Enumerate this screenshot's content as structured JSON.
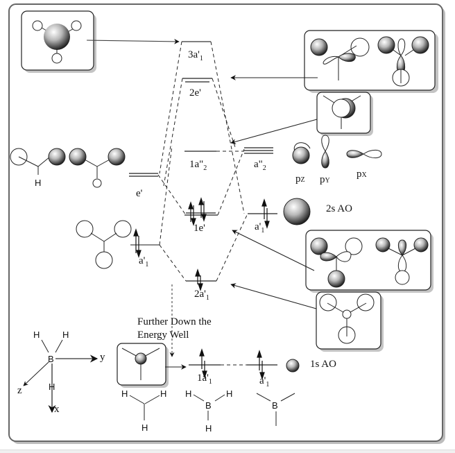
{
  "diagram": {
    "title": "BH3 molecular orbital energy diagram",
    "mo_labels": {
      "mo_3a1": [
        "3a'",
        "1"
      ],
      "mo_2e": [
        "2e'",
        ""
      ],
      "mo_1a2": [
        "1a\"",
        "2"
      ],
      "mo_1e": [
        "1e'",
        ""
      ],
      "mo_2a1": [
        "2a'",
        "1"
      ],
      "mo_1a1": [
        "1a'",
        "1"
      ]
    },
    "ligand_group_labels": {
      "e_prime": [
        "e'",
        ""
      ],
      "a1_prime": [
        "a'",
        "1"
      ]
    },
    "boron_ao_labels": {
      "a2_double_prime": [
        "a\"",
        "2"
      ],
      "a1_prime_2s": [
        "a'",
        "1"
      ],
      "a1_prime_1s": [
        "a'",
        "1"
      ]
    },
    "orbital_names": {
      "pz": [
        "p",
        "Z"
      ],
      "py": [
        "p",
        "Y"
      ],
      "px": [
        "p",
        "X"
      ],
      "two_s": "2s AO",
      "one_s": "1s AO"
    },
    "annotation": [
      "Further Down the",
      "Energy Well"
    ],
    "axes": {
      "x": "x",
      "y": "y",
      "z": "z",
      "center": "B",
      "h": "H"
    },
    "fragments": {
      "h3": {
        "atoms": [
          "H",
          "H",
          "H"
        ]
      },
      "bh3": {
        "center": "B",
        "atoms": [
          "H",
          "H",
          "H"
        ]
      },
      "b": {
        "center": "B"
      },
      "ligand_h": "H"
    },
    "electron_occupancy": {
      "mo_1a1": 2,
      "mo_2a1": 2,
      "mo_1e": 4,
      "mo_1a2": 0,
      "mo_2e": 0,
      "mo_3a1": 0,
      "ligand_a1": 2,
      "boron_2s": 2,
      "boron_1s": 2
    }
  }
}
